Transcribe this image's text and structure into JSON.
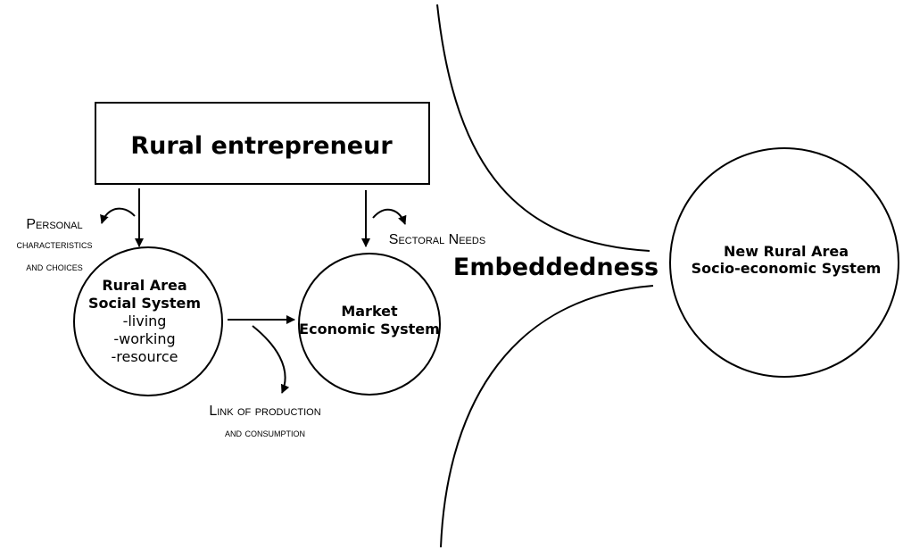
{
  "nodes": {
    "entrepreneur": {
      "label": "Rural entrepreneur"
    },
    "social_system": {
      "title_line1": "Rural Area",
      "title_line2": "Social System",
      "items": [
        "-living",
        "-working",
        "-resource"
      ]
    },
    "market_system": {
      "line1": "Market",
      "line2": "Economic System"
    },
    "new_rural_system": {
      "line1": "New Rural Area",
      "line2": "Socio-economic System"
    }
  },
  "labels": {
    "personal": [
      "Personal",
      "characteristics",
      "and choices"
    ],
    "sectoral": [
      "Sectoral Needs"
    ],
    "link": [
      "Link of production",
      "and consumption"
    ],
    "embeddedness": "Embeddedness"
  }
}
